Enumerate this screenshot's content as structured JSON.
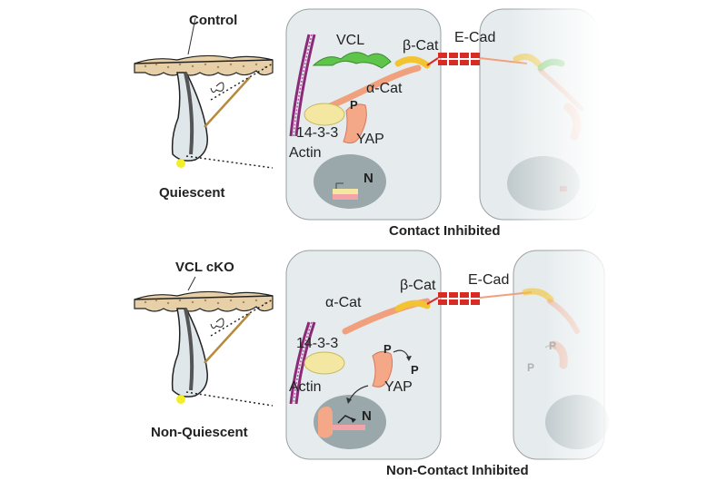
{
  "labels": {
    "control": "Control",
    "quiescent": "Quiescent",
    "contact_inhibited": "Contact Inhibited",
    "vcl_cko": "VCL cKO",
    "non_quiescent": "Non-Quiescent",
    "non_contact_inhibited": "Non-Contact Inhibited"
  },
  "top_panel": {
    "vcl": "VCL",
    "beta_cat": "β-Cat",
    "e_cad": "E-Cad",
    "alpha_cat": "α-Cat",
    "p": "P",
    "protein_1433": "14-3-3",
    "yap": "YAP",
    "actin": "Actin",
    "nucleus": "N"
  },
  "bottom_panel": {
    "beta_cat": "β-Cat",
    "e_cad": "E-Cad",
    "alpha_cat": "α-Cat",
    "protein_1433": "14-3-3",
    "p1": "P",
    "p2": "P",
    "yap": "YAP",
    "actin": "Actin",
    "nucleus": "N",
    "faded_p1": "P",
    "faded_p2": "P"
  },
  "colors": {
    "cell_fill": "#e6ecee",
    "nucleus_fill": "#9aa8ab",
    "actin": "#8a2a78",
    "vcl": "#5ec44a",
    "catenin": "#f1a07d",
    "ecad": "#d72b24",
    "protein_1433": "#f3e7a2",
    "yap": "#f4a888",
    "skin": "#e7cfa8",
    "niche_dot": "#f2ee28"
  }
}
